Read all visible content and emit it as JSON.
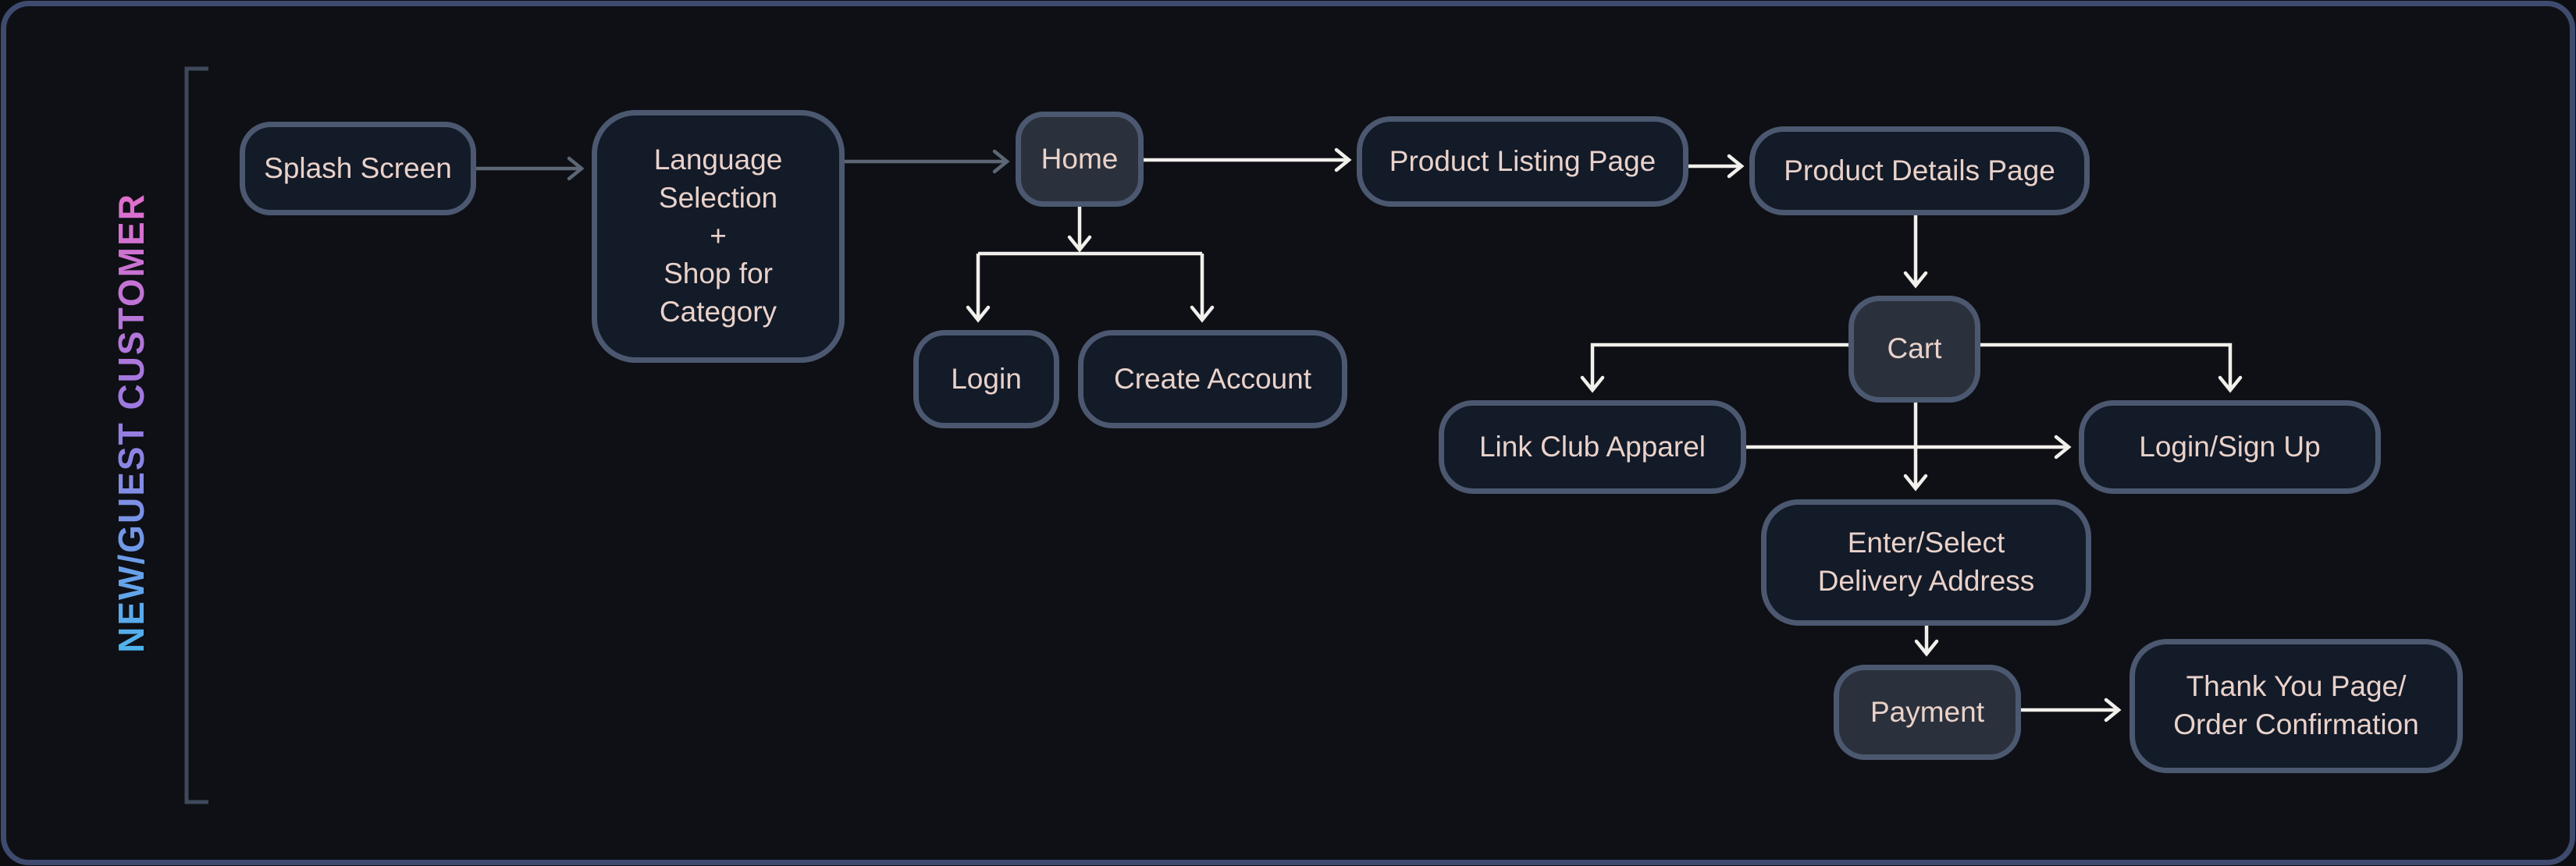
{
  "lane": {
    "title": "NEW/GUEST CUSTOMER"
  },
  "nodes": {
    "splash": "Splash Screen",
    "language": "Language\nSelection\n+\nShop for\nCategory",
    "home": "Home",
    "login": "Login",
    "create_account": "Create Account",
    "product_listing": "Product Listing Page",
    "product_details": "Product Details Page",
    "cart": "Cart",
    "link_club_apparel": "Link Club Apparel",
    "login_sign_up": "Login/Sign Up",
    "delivery_address": "Enter/Select\nDelivery Address",
    "payment": "Payment",
    "thank_you": "Thank You Page/\nOrder Confirmation"
  },
  "colors": {
    "bg": "#0b0d11",
    "panel": "#0e1015",
    "frame-border": "#3e4b6e",
    "node-fill-dark": "#131a28",
    "node-fill-light": "#2b313c",
    "node-border": "#4b5870",
    "node-text": "#e9d2ca",
    "edge-white": "#f2f0ec",
    "edge-gray": "#5d6674",
    "bracket": "#3e4a5c",
    "title-start": "#41bdf0",
    "title-mid": "#9b7ae0",
    "title-end": "#f06cc8"
  }
}
